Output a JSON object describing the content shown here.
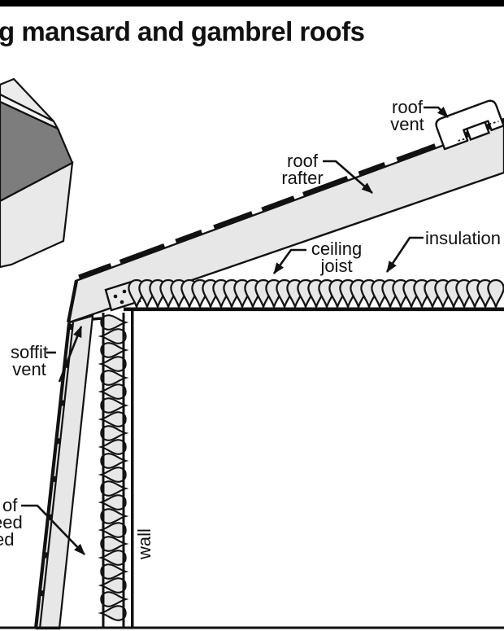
{
  "title": "g mansard and gambrel roofs",
  "labels": {
    "roof_vent": {
      "line1": "roof",
      "line2": "vent"
    },
    "roof_rafter": {
      "line1": "roof",
      "line2": "rafter"
    },
    "ceiling_joist": {
      "line1": "ceiling",
      "line2": "joist"
    },
    "insulation": "insulation",
    "soffit_vent": {
      "line1": "soffit",
      "line2": "vent"
    },
    "wall": "wall",
    "cropped_left_label": {
      "line1": "of",
      "line2": "eed",
      "line3": "ed"
    }
  },
  "colors": {
    "ink": "#111111",
    "light_fill": "#e7e7e7",
    "dark_roof_band": "#7d7d7d",
    "background": "#ffffff",
    "top_bar": "#000000"
  }
}
